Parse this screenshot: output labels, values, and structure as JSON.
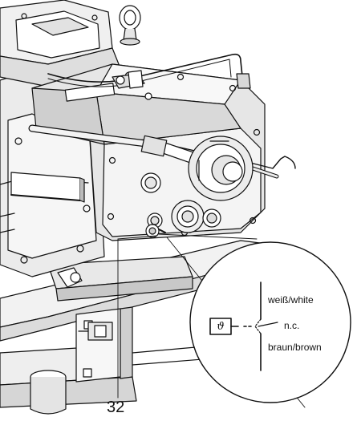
{
  "figure": {
    "number": "32"
  },
  "callout": {
    "wire_top_label": "weiß/white",
    "contact_label": "n.c.",
    "wire_bottom_label": "braun/brown",
    "sensor_symbol": "ϑ"
  }
}
